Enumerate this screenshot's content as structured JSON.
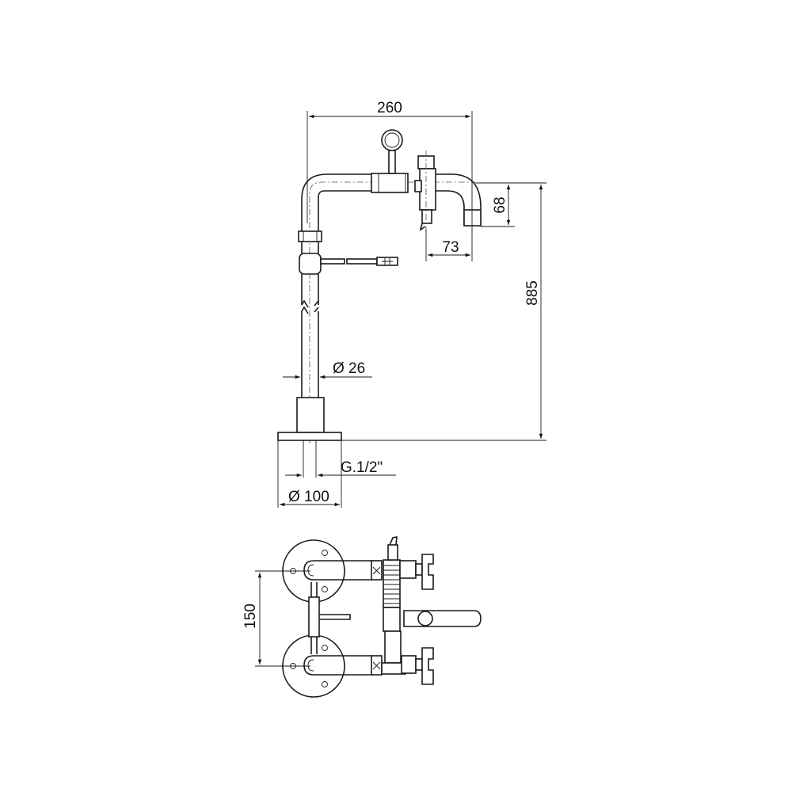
{
  "drawing": {
    "side_view": {
      "dimensions": {
        "width_total": "260",
        "spout_drop": "68",
        "spout_projection": "73",
        "height_total": "885",
        "pipe_diameter": "Ø 26",
        "thread": "G.1/2\"",
        "flange_diameter": "Ø 100"
      }
    },
    "top_view": {
      "dimensions": {
        "center_distance": "150"
      }
    }
  }
}
